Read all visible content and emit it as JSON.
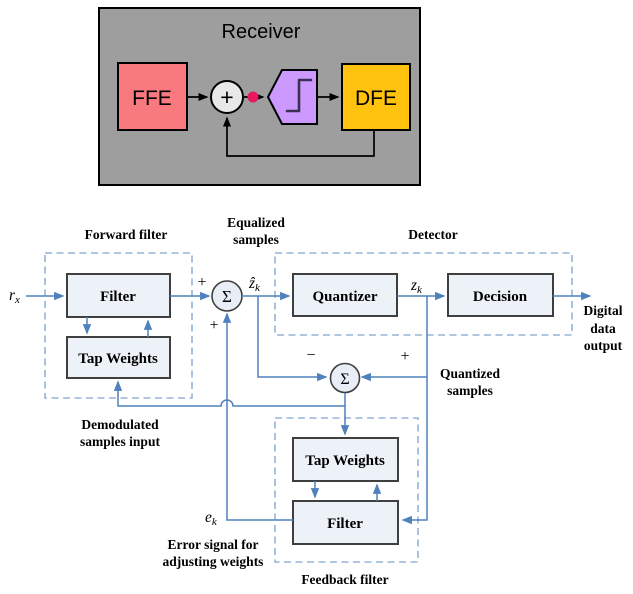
{
  "receiver": {
    "title": "Receiver",
    "ffe_label": "FFE",
    "dfe_label": "DFE",
    "summer_symbol": "+",
    "colors": {
      "panel_bg": "#9E9E9E",
      "ffe_fill": "#F8797E",
      "dfe_fill": "#FFC20E",
      "slicer_fill": "#CC99FF",
      "summer_fill": "#E8E8E8",
      "sample_dot": "#E9185F"
    }
  },
  "equalizer": {
    "forward_filter": {
      "title": "Forward filter",
      "filter": "Filter",
      "tap_weights": "Tap Weights"
    },
    "detector": {
      "title": "Detector",
      "quantizer": "Quantizer",
      "decision": "Decision"
    },
    "feedback_filter": {
      "title": "Feedback filter",
      "tap_weights": "Tap Weights",
      "filter": "Filter"
    },
    "signals": {
      "input": {
        "base": "r",
        "sub": "x"
      },
      "equalized": {
        "base": "ẑ",
        "sub": "k"
      },
      "quantized": {
        "base": "z",
        "sub": "k"
      },
      "error": {
        "base": "e",
        "sub": "k"
      },
      "sum": "Σ",
      "plus": "+",
      "minus": "−"
    },
    "annotations": {
      "equalized_1": "Equalized",
      "equalized_2": "samples",
      "digital_1": "Digital",
      "digital_2": "data",
      "digital_3": "output",
      "quantized_1": "Quantized",
      "quantized_2": "samples",
      "demod_1": "Demodulated",
      "demod_2": "samples input",
      "error_1": "Error signal for",
      "error_2": "adjusting weights"
    },
    "colors": {
      "line": "#4F81BD",
      "dashed_box": "#95B3D7",
      "block_fill": "#EDF1F8",
      "block_border": "#3F3F3F"
    }
  }
}
